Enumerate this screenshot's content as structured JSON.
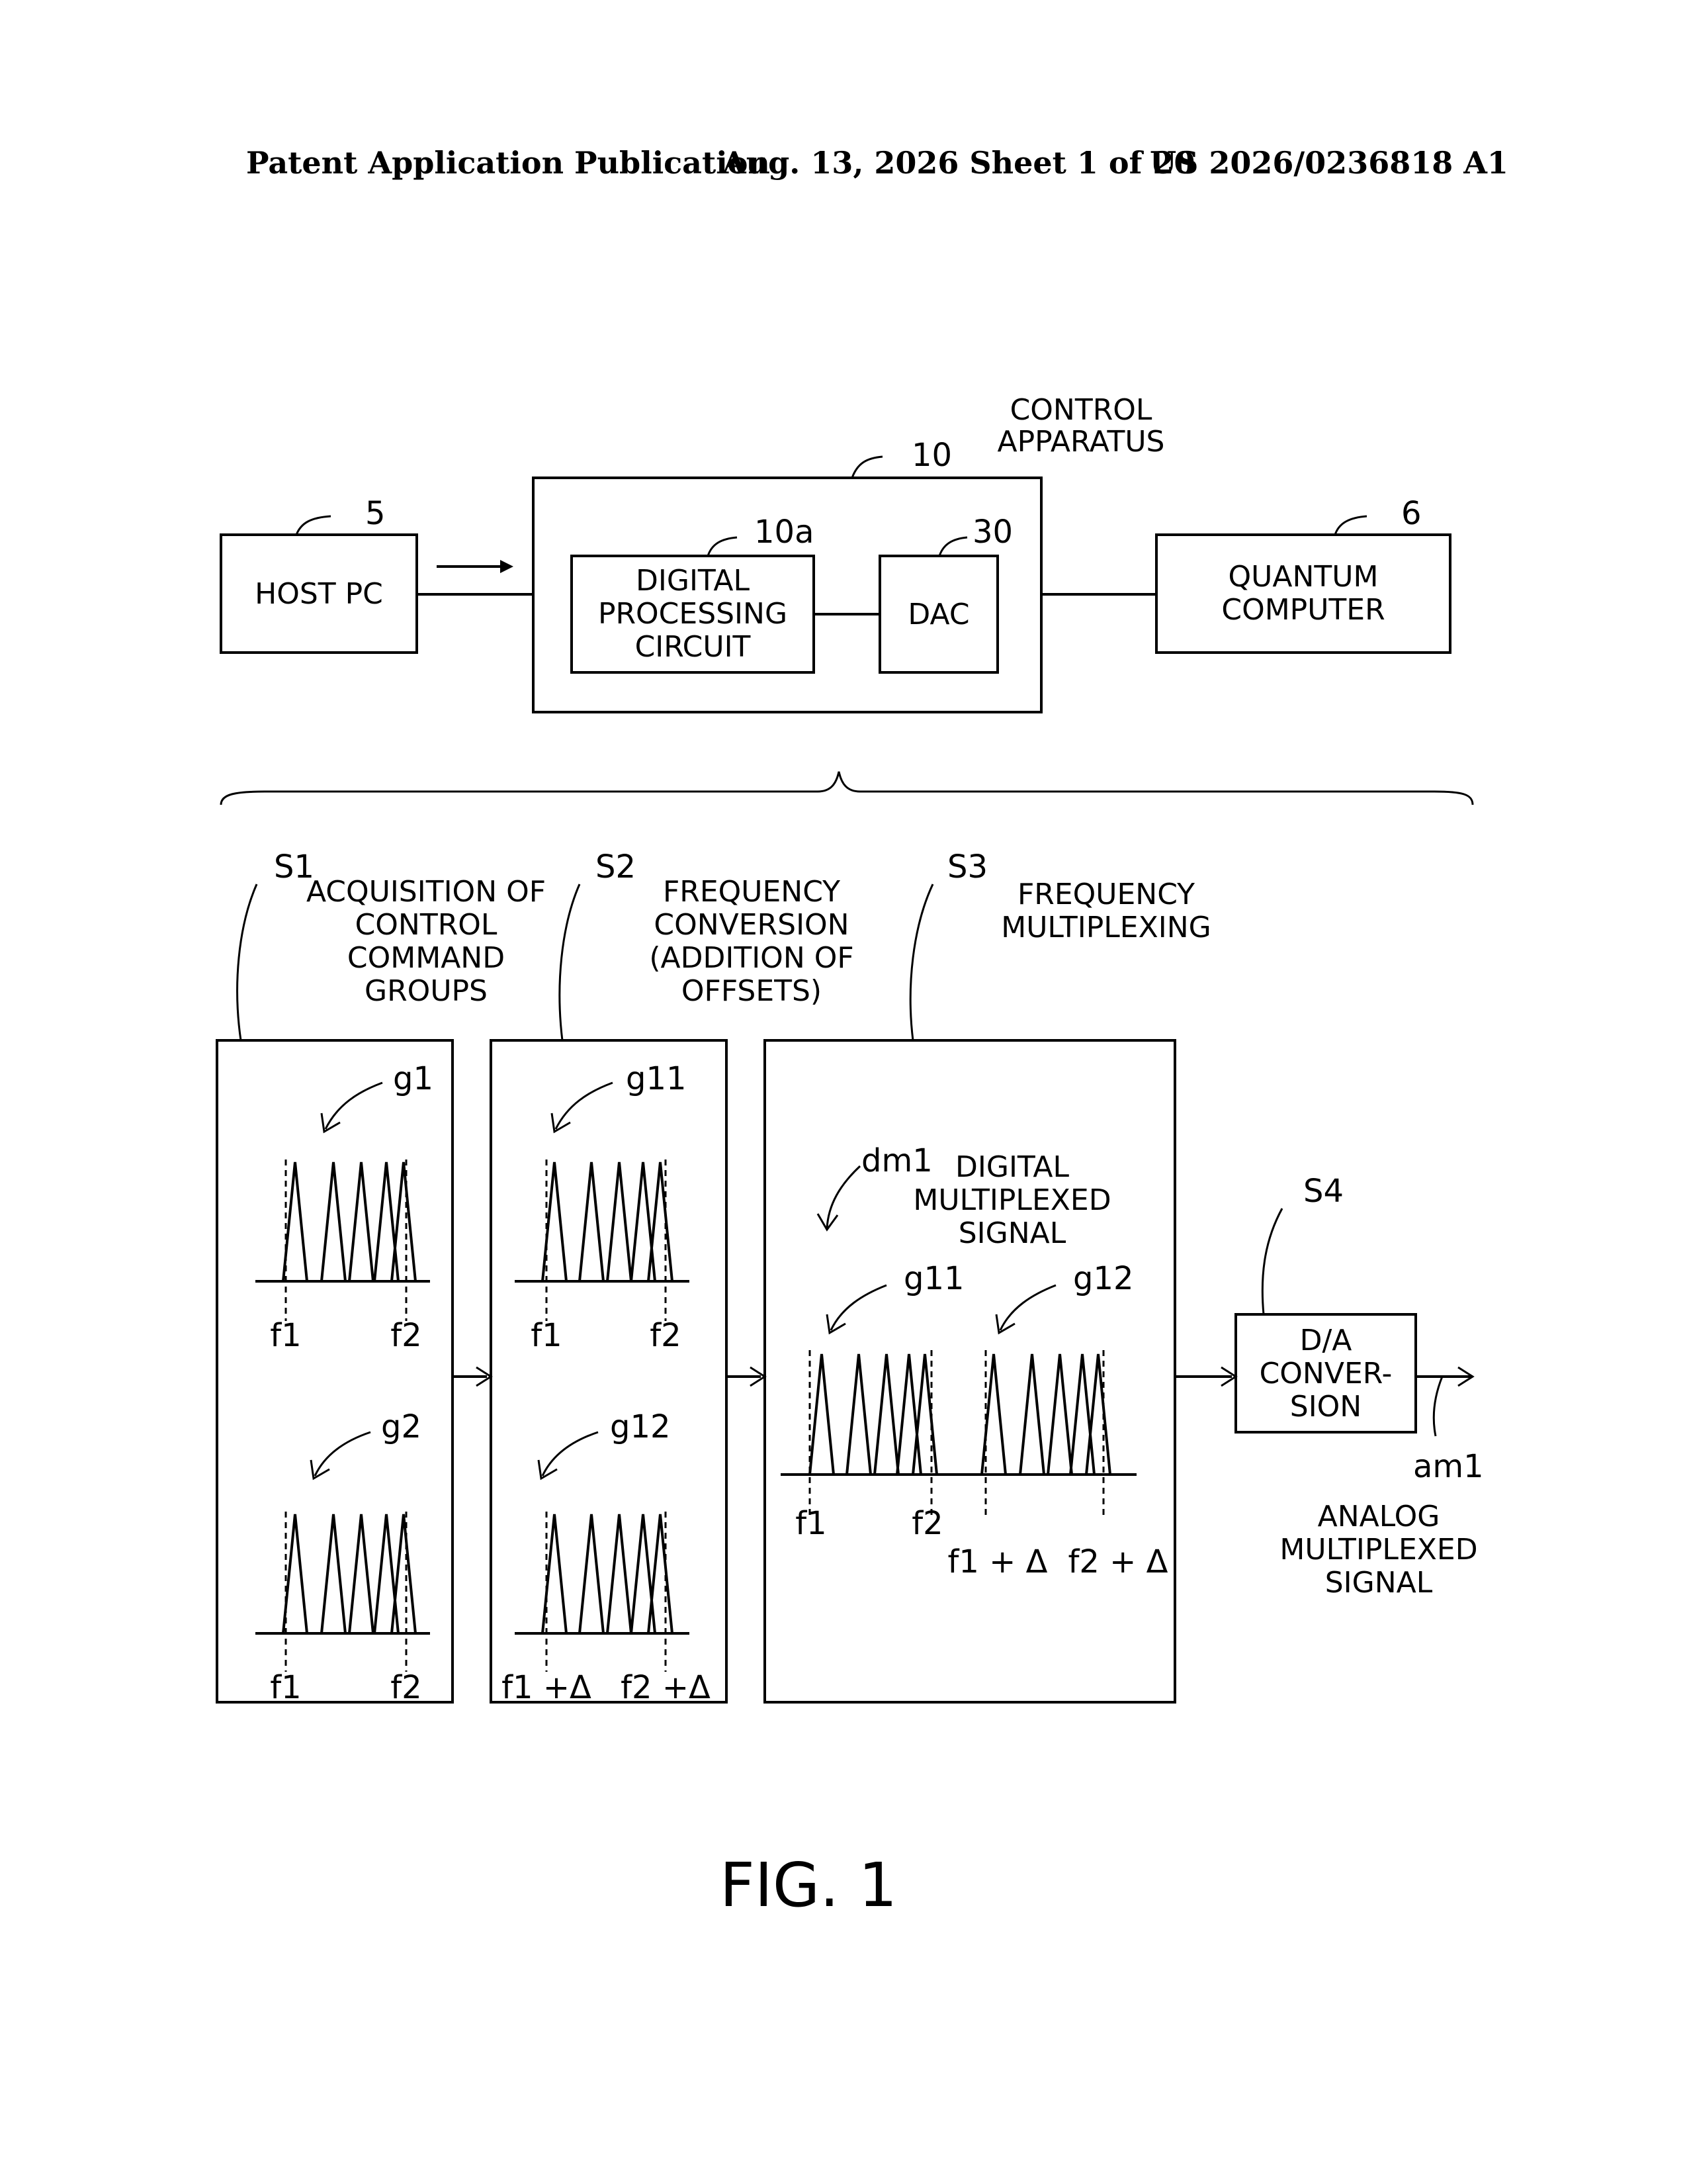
{
  "header": {
    "publication": "Patent Application Publication",
    "date_sheet": "Aug. 13, 2026  Sheet 1 of 20",
    "number": "US 2026/0236818 A1"
  },
  "blocks": {
    "host_pc": {
      "ref": "5",
      "label": [
        "HOST PC"
      ]
    },
    "control_apparatus": {
      "ref": "10",
      "label": [
        "CONTROL",
        "APPARATUS"
      ]
    },
    "digital_processing": {
      "ref": "10a",
      "label": [
        "DIGITAL",
        "PROCESSING",
        "CIRCUIT"
      ]
    },
    "dac": {
      "ref": "30",
      "label": [
        "DAC"
      ]
    },
    "quantum_computer": {
      "ref": "6",
      "label": [
        "QUANTUM",
        "COMPUTER"
      ]
    }
  },
  "steps": {
    "s1": {
      "ref": "S1",
      "label": [
        "ACQUISITION OF",
        "CONTROL",
        "COMMAND",
        "GROUPS"
      ]
    },
    "s2": {
      "ref": "S2",
      "label": [
        "FREQUENCY",
        "CONVERSION",
        "(ADDITION OF",
        "OFFSETS)"
      ]
    },
    "s3": {
      "ref": "S3",
      "label": [
        "FREQUENCY",
        "MULTIPLEXING"
      ]
    },
    "s4": {
      "ref": "S4",
      "label": [
        "D/A",
        "CONVER-",
        "SION"
      ]
    }
  },
  "groups": {
    "g1": "g1",
    "g2": "g2",
    "g11": "g11",
    "g12": "g12",
    "dm1": "dm1",
    "dm1_label": [
      "DIGITAL",
      "MULTIPLEXED",
      "SIGNAL"
    ],
    "am1": "am1",
    "am1_label": [
      "ANALOG",
      "MULTIPLEXED",
      "SIGNAL"
    ]
  },
  "freq_labels": {
    "f1": "f1",
    "f2": "f2",
    "f1_delta": "f1 +Δ",
    "f2_delta": "f2 +Δ",
    "f1_delta_wide": "f1 + Δ",
    "f2_delta_wide": "f2 + Δ"
  },
  "figure_label": "FIG. 1"
}
